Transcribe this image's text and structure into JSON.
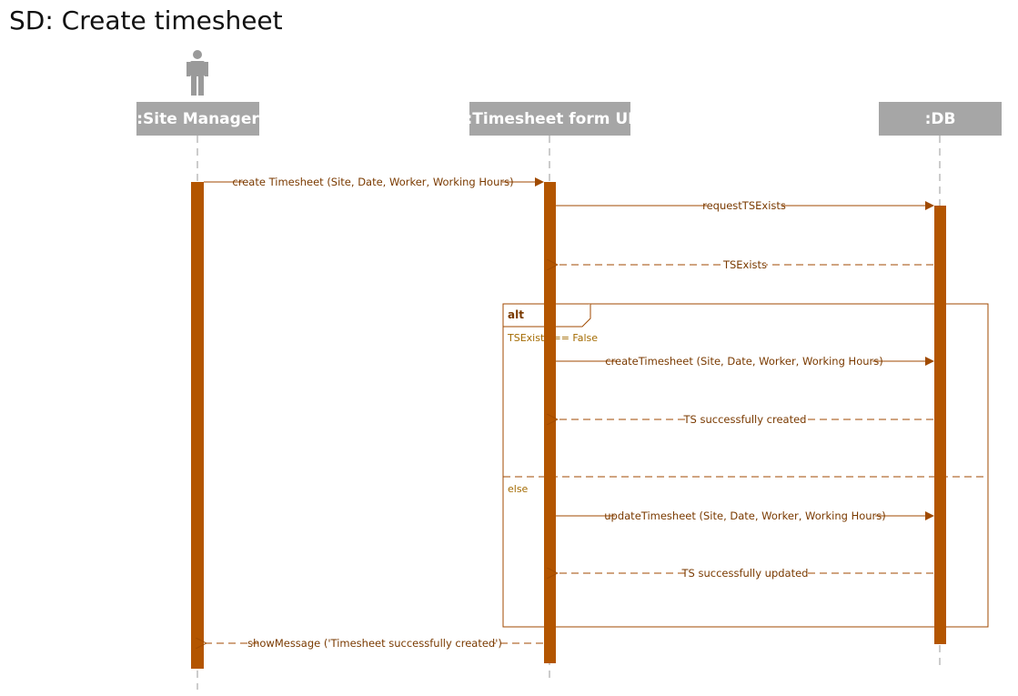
{
  "title": "SD: Create timesheet",
  "participants": [
    {
      "id": "site-manager",
      "label": ":Site Manager",
      "is_actor": true
    },
    {
      "id": "timesheet-form-ui",
      "label": ":Timesheet form UI",
      "is_actor": false
    },
    {
      "id": "db",
      "label": ":DB",
      "is_actor": false
    }
  ],
  "messages": [
    {
      "label": "create Timesheet (Site, Date, Worker, Working Hours)",
      "from": "site-manager",
      "to": "timesheet-form-ui",
      "kind": "sync"
    },
    {
      "label": "requestTSExists",
      "from": "timesheet-form-ui",
      "to": "db",
      "kind": "sync"
    },
    {
      "label": "TSExists",
      "from": "db",
      "to": "timesheet-form-ui",
      "kind": "return"
    },
    {
      "label": "createTimesheet (Site, Date, Worker, Working Hours)",
      "from": "timesheet-form-ui",
      "to": "db",
      "kind": "sync"
    },
    {
      "label": "TS successfully created",
      "from": "db",
      "to": "timesheet-form-ui",
      "kind": "return"
    },
    {
      "label": "updateTimesheet (Site, Date, Worker, Working Hours)",
      "from": "timesheet-form-ui",
      "to": "db",
      "kind": "sync"
    },
    {
      "label": "TS successfully updated",
      "from": "db",
      "to": "timesheet-form-ui",
      "kind": "return"
    },
    {
      "label": "showMessage ('Timesheet successfully created')",
      "from": "timesheet-form-ui",
      "to": "site-manager",
      "kind": "return"
    }
  ],
  "fragment": {
    "operator": "alt",
    "guard": "TSExists == False",
    "else_label": "else"
  },
  "colors": {
    "activation": "#b35500",
    "arrow": "#a04a00",
    "label": "#7a3a00",
    "participant_box": "#a6a6a6",
    "lifeline": "#999999"
  }
}
